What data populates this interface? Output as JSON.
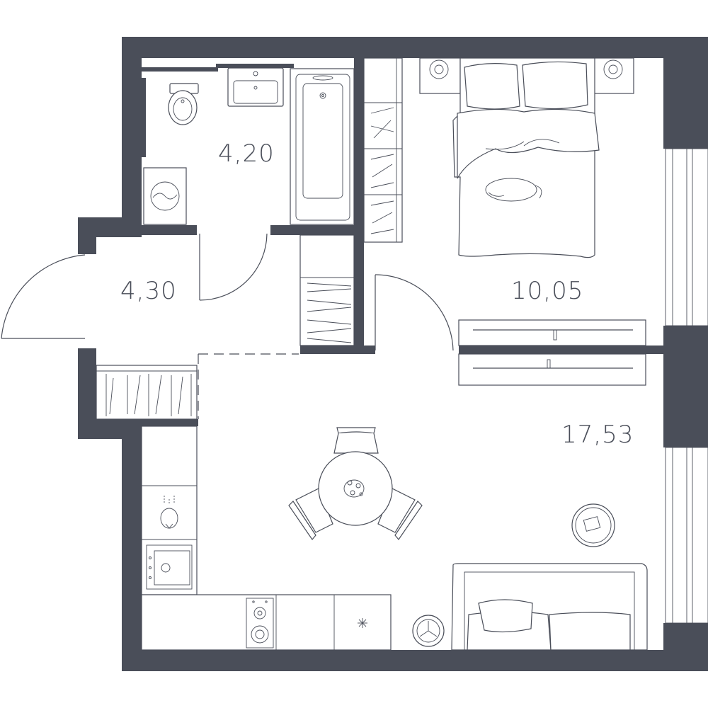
{
  "rooms": [
    {
      "id": "bathroom",
      "area": "4,20"
    },
    {
      "id": "hallway",
      "area": "4,30"
    },
    {
      "id": "bedroom",
      "area": "10,05"
    },
    {
      "id": "living-kitchen",
      "area": "17,53"
    }
  ],
  "colors": {
    "wall": "#4a4e59",
    "background": "#ffffff"
  }
}
